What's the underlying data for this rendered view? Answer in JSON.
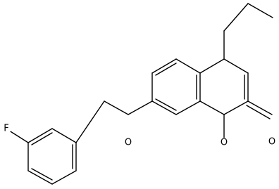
{
  "structure": {
    "atoms": {
      "fluorine": "F",
      "ether_oxygen": "O",
      "ring_oxygen": "O",
      "carbonyl_oxygen": "O"
    },
    "bond_color": "#000000",
    "background_color": "#ffffff"
  }
}
